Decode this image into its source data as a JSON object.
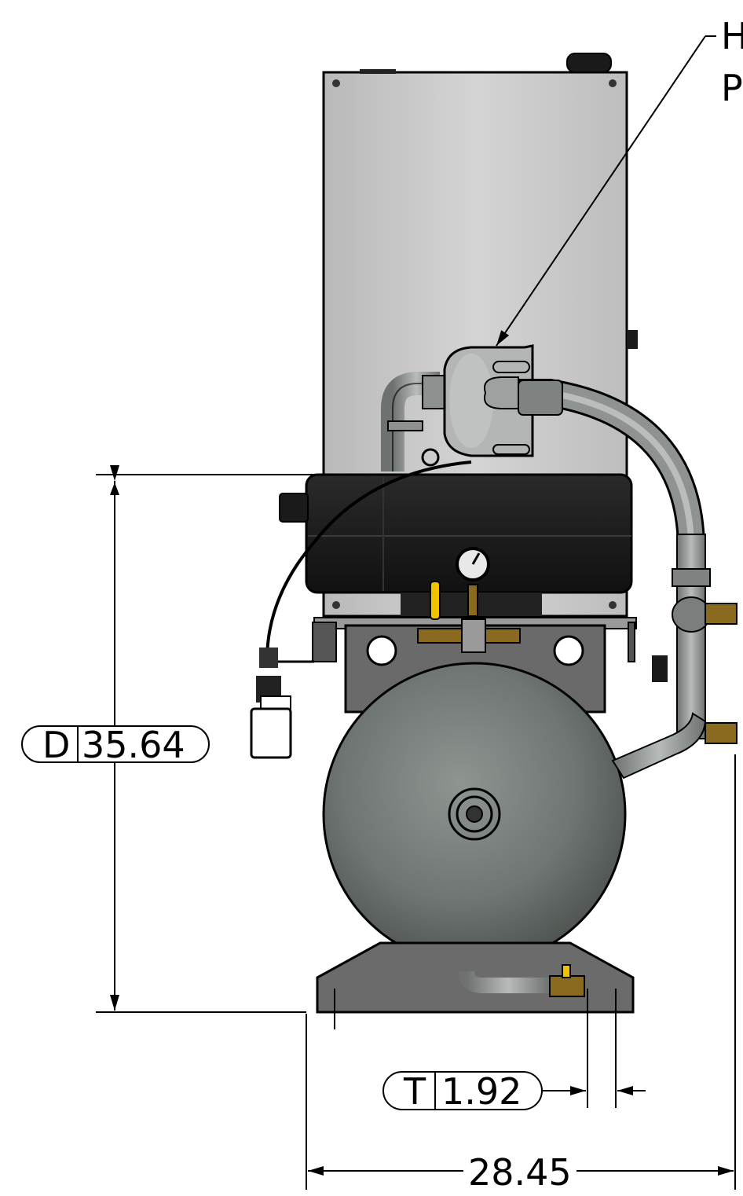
{
  "callout": {
    "line1": "H",
    "line2": "P"
  },
  "dimensions": {
    "depth": {
      "prefix": "D",
      "value": "35.64"
    },
    "thickness": {
      "prefix": "T",
      "value": "1.92"
    },
    "width": {
      "value": "28.45"
    }
  },
  "colors": {
    "panel": "#c9c9c9",
    "tank": "#7a807d",
    "pump_body": "#1a1a1a",
    "base": "#6b6b6b",
    "valve_handle": "#f2c200"
  }
}
